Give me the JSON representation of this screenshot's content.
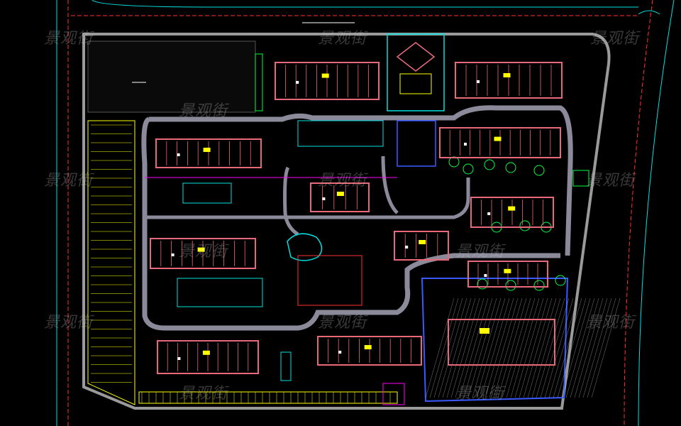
{
  "watermark": {
    "text": "景观街",
    "color": "#c8c8c8"
  },
  "colors": {
    "background": "#000000",
    "boundary": "#9a9a9a",
    "road": "#8a8a9a",
    "building": "#e86a7a",
    "building_core": "#ffffff",
    "label": "#ffff00",
    "green": "#00ff40",
    "cyan": "#00e0e0",
    "magenta": "#ff00ff",
    "red_line": "#ff3030",
    "parking": "#3a5aff",
    "hatch": "#b0b0b0"
  },
  "icons": [
    "north-entrance-gate",
    "water-feature",
    "tree-cluster",
    "parking-hatch"
  ]
}
